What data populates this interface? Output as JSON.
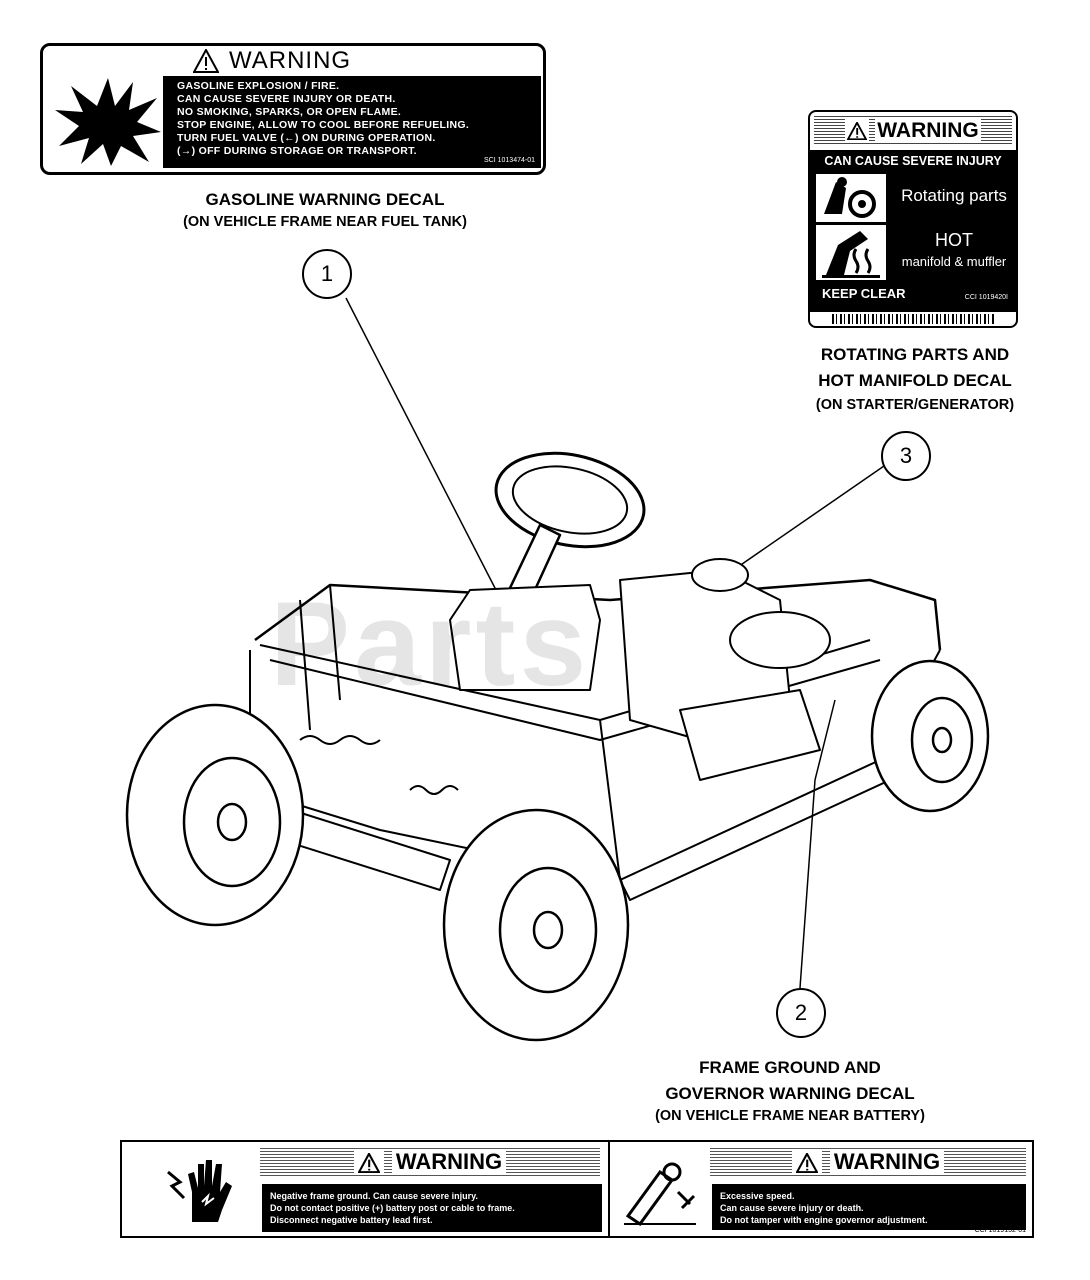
{
  "decal_gasoline": {
    "warning": "WARNING",
    "lines": [
      "GASOLINE EXPLOSION / FIRE.",
      "CAN CAUSE SEVERE INJURY OR DEATH.",
      "NO SMOKING, SPARKS, OR OPEN FLAME.",
      "STOP ENGINE, ALLOW TO COOL BEFORE REFUELING.",
      "TURN FUEL VALVE (←) ON DURING OPERATION.",
      "(→) OFF DURING STORAGE OR TRANSPORT."
    ],
    "code": "SCI 1013474-01",
    "caption_title": "GASOLINE WARNING DECAL",
    "caption_location": "(ON VEHICLE FRAME NEAR FUEL TANK)"
  },
  "decal_rotating": {
    "warning": "WARNING",
    "subtitle": "CAN CAUSE SEVERE INJURY",
    "hazard1": "Rotating parts",
    "hazard2_title": "HOT",
    "hazard2_detail": "manifold & muffler",
    "keep_clear": "KEEP CLEAR",
    "code": "CCI 1019420I",
    "caption_title_1": "ROTATING PARTS AND",
    "caption_title_2": "HOT MANIFOLD DECAL",
    "caption_location": "(ON STARTER/GENERATOR)"
  },
  "decal_frame": {
    "caption_title_1": "FRAME GROUND AND",
    "caption_title_2": "GOVERNOR WARNING DECAL",
    "caption_location": "(ON VEHICLE FRAME NEAR BATTERY)",
    "left": {
      "warning": "WARNING",
      "lines": [
        "Negative frame ground. Can cause severe injury.",
        "Do not contact positive (+) battery post or cable to frame.",
        "Disconnect negative battery lead first."
      ]
    },
    "right": {
      "warning": "WARNING",
      "lines": [
        "Excessive speed.",
        "Can cause severe injury or death.",
        "Do not tamper with engine governor adjustment."
      ]
    },
    "code": "CCI 1019152-01"
  },
  "callouts": [
    "1",
    "3",
    "2"
  ],
  "watermark": "Parts"
}
